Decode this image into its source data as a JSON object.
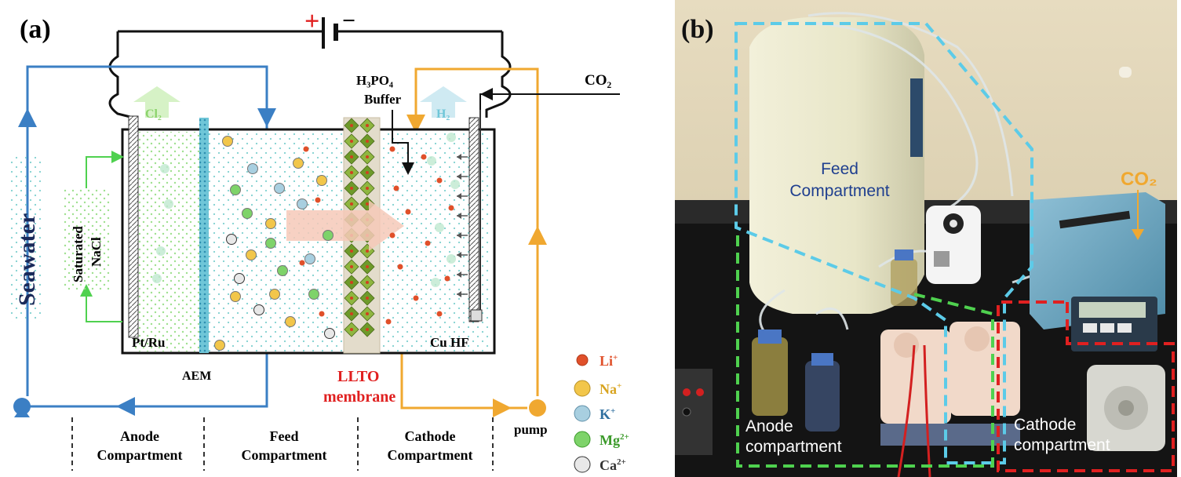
{
  "panel_a": {
    "label": "(a)",
    "battery": {
      "plus": "+",
      "minus": "−"
    },
    "seawater": "Seawater",
    "saturated_nacl": [
      "Saturated",
      "NaCl"
    ],
    "cl2": "Cl₂",
    "h2": "H₂",
    "h3po4": "H₃PO₄",
    "buffer": "Buffer",
    "co2": "CO₂",
    "pt_ru": "Pt/Ru",
    "aem": "AEM",
    "cu_hf": "Cu HF",
    "llto": [
      "LLTO",
      "membrane"
    ],
    "pump": "pump",
    "compartments": [
      [
        "Anode",
        "Compartment"
      ],
      [
        "Feed",
        "Compartment"
      ],
      [
        "Cathode",
        "Compartment"
      ]
    ],
    "legend": [
      {
        "label": "Li",
        "sup": "+",
        "color": "#e0502a"
      },
      {
        "label": "Na",
        "sup": "+",
        "color": "#f2c64a"
      },
      {
        "label": "K",
        "sup": "+",
        "color": "#a8cfe0"
      },
      {
        "label": "Mg",
        "sup": "2+",
        "color": "#7ed36a"
      },
      {
        "label": "Ca",
        "sup": "2+",
        "color": "#e8e8e8"
      }
    ],
    "colors": {
      "seawater_line": "#3b7fc4",
      "catholyte_line": "#f0a830",
      "anolyte_line": "#4fd14f",
      "battery_plus": "#e02020"
    }
  },
  "panel_b": {
    "label": "(b)",
    "feed": [
      "Feed",
      "Compartment"
    ],
    "co2": "CO₂",
    "anode": [
      "Anode",
      "compartment"
    ],
    "cathode": [
      "Cathode",
      "compartment"
    ],
    "colors": {
      "feed_box": "#5ccbe8",
      "anode_box": "#4fd14f",
      "cathode_box": "#e02020",
      "co2_label": "#f0a830",
      "feed_label": "#1f3f8f"
    }
  }
}
